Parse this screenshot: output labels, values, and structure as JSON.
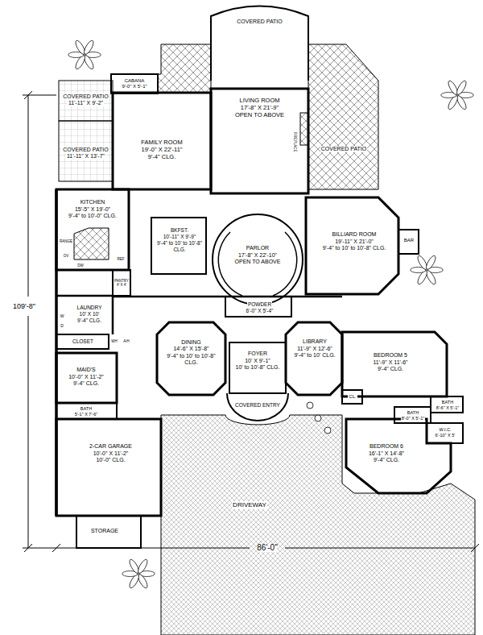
{
  "diagram": {
    "nodes": [
      {
        "text": [
          "COVERED PATIO"
        ]
      },
      {
        "text": [
          "CABANA",
          "9'-0\" X 5'-1\""
        ]
      },
      {
        "text": [
          "COVERED PATIO",
          "11'-11\" X 9'-2\""
        ]
      },
      {
        "text": [
          "FAMILY ROOM",
          "19'-0\" X 22'-11\"",
          "9'-4\" CLG."
        ]
      },
      {
        "text": [
          "LIVING ROOM",
          "17'-8\" X 21'-9\"",
          "OPEN TO ABOVE"
        ]
      },
      {
        "text": [
          "COVERED PATIO",
          "11'-11\" X 13'-7\""
        ]
      },
      {
        "text": [
          "COVERED PATIO"
        ]
      },
      {
        "text": [
          "KITCHEN",
          "15'-5\" X 19'-0\"",
          "9'-4\" to 10'-0\" CLG."
        ]
      },
      {
        "text": [
          "BKFST.",
          "10'-11\" X 9'-9\"",
          "9'-4\" to 10' to 10'-8\" CLG."
        ]
      },
      {
        "text": [
          "BILLIARD ROOM",
          "19'-11\" X 21'-0\"",
          "9'-4\" to 10' to 10'-8\" CLG."
        ]
      },
      {
        "text": [
          "BAR"
        ]
      },
      {
        "text": [
          "PARLOR",
          "17'-8\" X 22'-10\"",
          "OPEN TO ABOVE"
        ]
      },
      {
        "text": [
          "PANTRY",
          "4' X 4'"
        ]
      },
      {
        "text": [
          "LAUNDRY",
          "10' X 10'",
          "9'-4\" CLG."
        ]
      },
      {
        "text": [
          "POWDER",
          "6'-0\" X 5'-4\""
        ]
      },
      {
        "text": [
          "CLOSET"
        ]
      },
      {
        "text": [
          "DINING",
          "14'-6\" X 15'-8\"",
          "9'-4\" to 10' to 10'-8\" CLG."
        ]
      },
      {
        "text": [
          "FOYER",
          "10' X 9'-1\"",
          "10' to 10'-8\" CLG."
        ]
      },
      {
        "text": [
          "LIBRARY",
          "11'-9\" X 12'-6\"",
          "9'-4\" to 10' CLG."
        ]
      },
      {
        "text": [
          "BEDROOM 5",
          "11'-9\" X 11'-6\"",
          "9'-4\" CLG."
        ]
      },
      {
        "text": [
          "MAID'S",
          "10'-0\" X 11'-2\"",
          "9'-4\" CLG."
        ]
      },
      {
        "text": [
          "CL."
        ]
      },
      {
        "text": [
          "BATH",
          "8'-6\" X 5'-1\""
        ]
      },
      {
        "text": [
          "BATH",
          "8'-0\" X 5'-1\""
        ]
      },
      {
        "text": [
          "COVERED ENTRY"
        ]
      },
      {
        "text": [
          "BATH",
          "5'-1\" X 7'-6\""
        ]
      },
      {
        "text": [
          "W.I.C.",
          "6'-10\" X 5'"
        ]
      },
      {
        "text": [
          "BEDROOM 6",
          "16'-1\" X 14'-8\"",
          "9'-4\" CLG."
        ]
      },
      {
        "text": [
          "2-CAR GARAGE",
          "10'-0\" X 11'-2\"",
          "10'-0\" CLG."
        ]
      },
      {
        "text": [
          "DRIVEWAY"
        ]
      },
      {
        "text": [
          "STORAGE"
        ]
      }
    ],
    "labels": [
      "109'-8\"",
      "86'-0\"",
      "FIREPLACE",
      "OV",
      "RANGE",
      "REF",
      "DW",
      "W",
      "D",
      "WH",
      "A/H"
    ]
  }
}
